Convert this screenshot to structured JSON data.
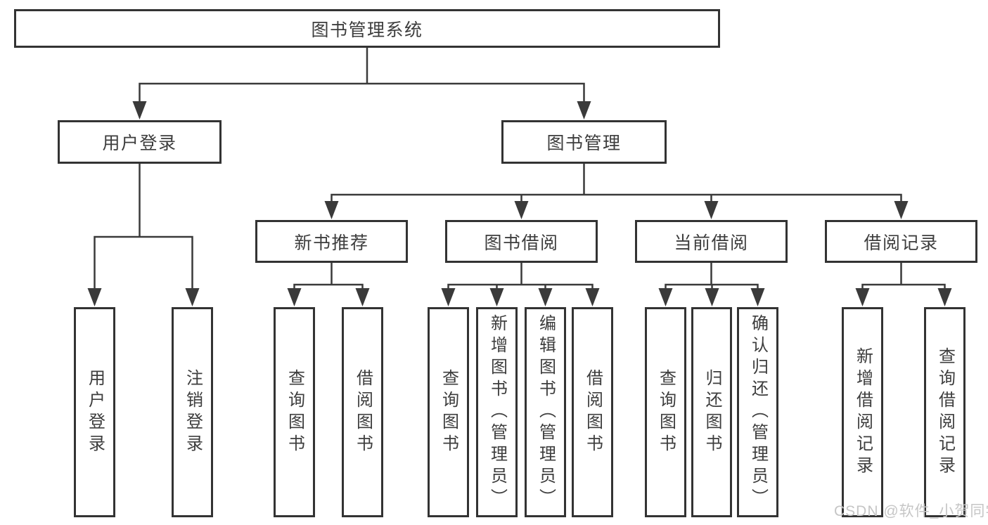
{
  "diagram": {
    "root": "图书管理系统",
    "level2": [
      {
        "label": "用户登录",
        "leaves": [
          "用户登录",
          "注销登录"
        ]
      },
      {
        "label": "图书管理",
        "groups": [
          {
            "label": "新书推荐",
            "leaves": [
              "查询图书",
              "借阅图书"
            ]
          },
          {
            "label": "图书借阅",
            "leaves": [
              "查询图书",
              "新增图书（管理员）",
              "编辑图书（管理员）",
              "借阅图书"
            ]
          },
          {
            "label": "当前借阅",
            "leaves": [
              "查询图书",
              "归还图书",
              "确认归还（管理员）"
            ]
          },
          {
            "label": "借阅记录",
            "leaves": [
              "新增借阅记录",
              "查询借阅记录"
            ]
          }
        ]
      }
    ]
  },
  "watermark": "CSDN @软件_小贺同学",
  "colors": {
    "line": "#3a3a3a",
    "border": "#333333",
    "text": "#3d3d3d",
    "watermark": "#c6c6c6",
    "background": "#ffffff"
  }
}
